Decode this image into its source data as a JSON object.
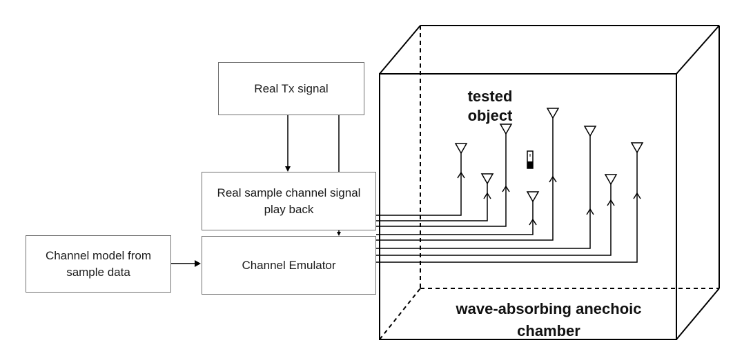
{
  "boxes": {
    "real_tx": "Real Tx signal",
    "playback_line1": "Real sample channel signal",
    "playback_line2": "play back",
    "channel_model_line1": "Channel model from",
    "channel_model_line2": "sample data",
    "emulator": "Channel Emulator"
  },
  "labels": {
    "tested_line1": "tested",
    "tested_line2": "object",
    "chamber_line1": "wave-absorbing anechoic",
    "chamber_line2": "chamber"
  },
  "colors": {
    "line": "#000000",
    "box_border": "#6e6e6e"
  },
  "antenna_count": 8
}
